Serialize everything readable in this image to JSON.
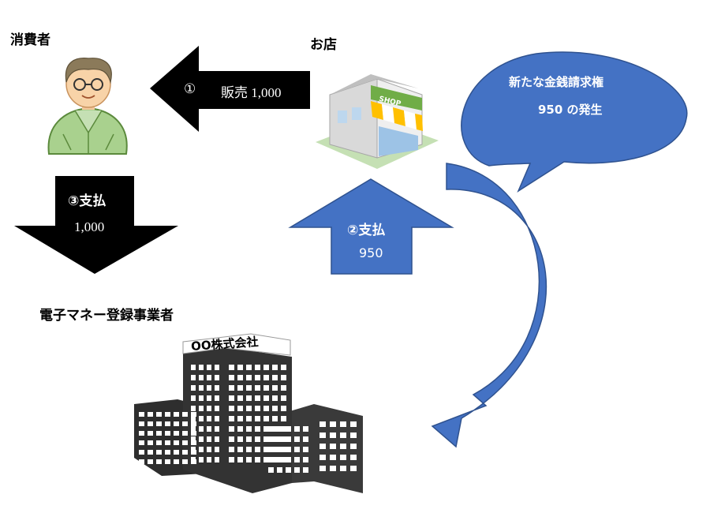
{
  "labels": {
    "consumer": "消費者",
    "shop": "お店",
    "issuer": "電子マネー登録事業者"
  },
  "arrows": {
    "sale": {
      "num": "①",
      "text": "販売 1,000"
    },
    "pay_consumer": {
      "line1": "③支払",
      "line2": "1,000"
    },
    "pay_shop": {
      "line1": "②支払",
      "line2": "950"
    }
  },
  "callout": {
    "line1": "新たな金銭請求権",
    "line2": "950 の発生"
  },
  "shop_sign": "SHOP",
  "company_sign": "OO株式会社",
  "colors": {
    "blue": "#4472C4",
    "black": "#000000",
    "shirt": "#A9D18E",
    "building": "#3A3A3A"
  }
}
